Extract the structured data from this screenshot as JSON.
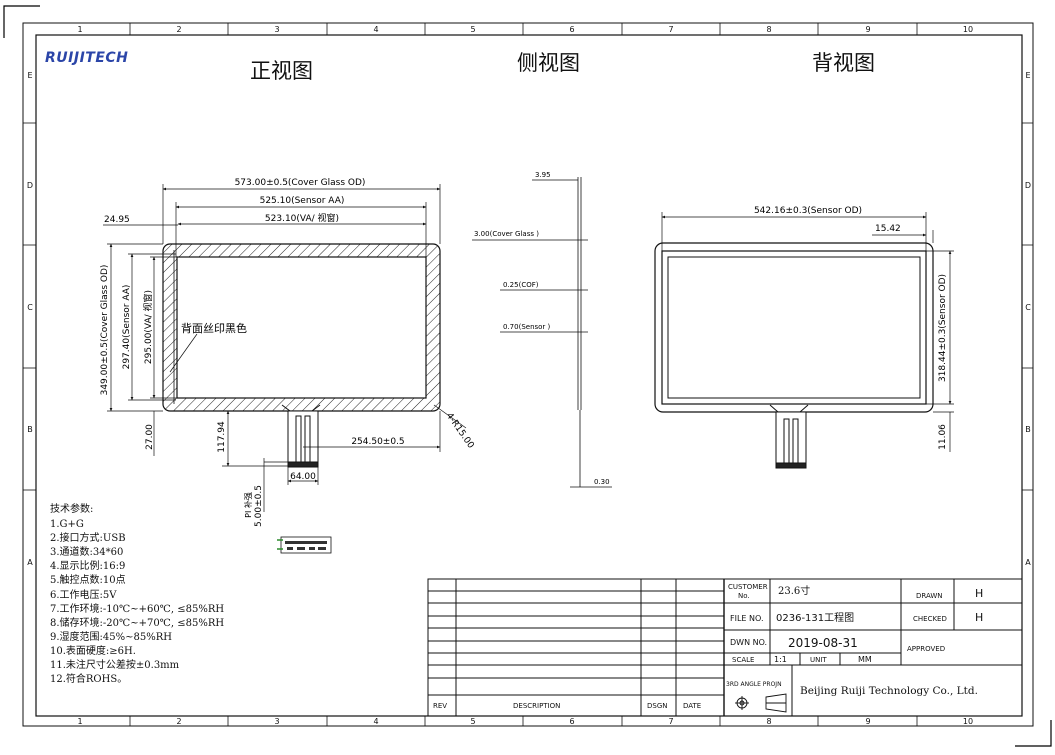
{
  "brand": {
    "logo_text": "RUIJITECH"
  },
  "views": {
    "front": "正视图",
    "side": "侧视图",
    "back": "背视图"
  },
  "ruler": {
    "columns": [
      "1",
      "2",
      "3",
      "4",
      "5",
      "6",
      "7",
      "8",
      "9",
      "10"
    ],
    "rows": [
      "E",
      "D",
      "C",
      "B",
      "A"
    ]
  },
  "front_view": {
    "dim_cover_w": "573.00±0.5(Cover Glass OD)",
    "dim_sensor_w": "525.10(Sensor  AA)",
    "dim_va_w": "523.10(VA/ 视窗)",
    "dim_offset_left": "24.95",
    "dim_cover_h": "349.00±0.5(Cover Glass OD)",
    "dim_sensor_h": "297.40(Sensor AA)",
    "dim_va_h": "295.00(VA/ 视窗)",
    "dim_bottom_left": "27.00",
    "dim_tail_h": "117.94",
    "dim_tail_offset": "254.50±0.5",
    "dim_radius": "4-R15.00",
    "dim_fpc_w": "64.00",
    "dim_pi_label": "PI 补强",
    "dim_pi_val": "5.00±0.5",
    "note_print": "背面丝印黑色"
  },
  "side_view": {
    "dim_total": "3.95",
    "dim_cover": "3.00(Cover Glass )",
    "dim_cof": "0.25(COF)",
    "dim_sensor": "0.70(Sensor )",
    "dim_tail": "0.30"
  },
  "back_view": {
    "dim_sensor_w": "542.16±0.3(Sensor OD)",
    "dim_offset": "15.42",
    "dim_sensor_h": "318.44±0.3(Sensor OD)",
    "dim_bottom": "11.06"
  },
  "specs": {
    "title": "技术参数:",
    "items": [
      "1.G+G",
      "2.接口方式:USB",
      "3.通道数:34*60",
      "4.显示比例:16:9",
      "5.触控点数:10点",
      "6.工作电压:5V",
      "7.工作环境:-10℃~+60℃, ≤85%RH",
      "8.储存环境:-20℃~+70℃, ≤85%RH",
      "9.湿度范围:45%~85%RH",
      "10.表面硬度:≥6H.",
      "11.未注尺寸公差按±0.3mm",
      "12.符合ROHS。"
    ]
  },
  "title_block": {
    "customer_label": "CUSTOMER No.",
    "customer_value": "23.6寸",
    "file_label": "FILE NO.",
    "file_value": "0236-131工程图",
    "dwn_label": "DWN NO.",
    "dwn_value": "2019-08-31",
    "scale_label": "SCALE",
    "scale_value": "1:1",
    "unit_label": "UNIT",
    "unit_value": "MM",
    "drawn_label": "DRAWN",
    "drawn_value": "H",
    "checked_label": "CHECKED",
    "checked_value": "H",
    "approved_label": "APPROVED",
    "projection_label": "3RD ANGLE PROJN",
    "company": "Beijing Ruiji Technology Co., Ltd.",
    "rev_label": "REV",
    "desc_label": "DESCRIPTION",
    "dsgn_label": "DSGN",
    "date_label": "DATE"
  }
}
